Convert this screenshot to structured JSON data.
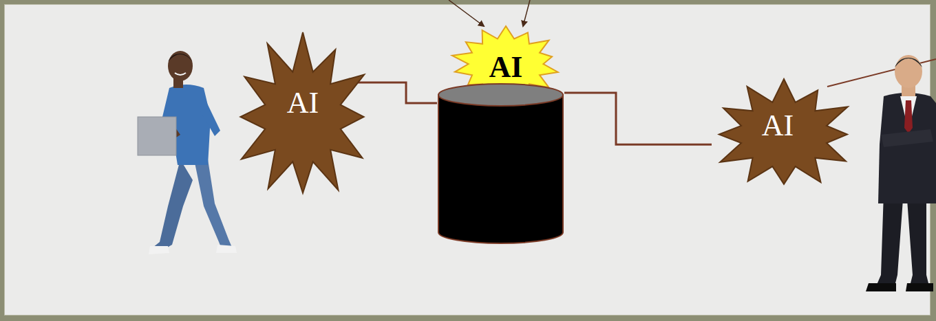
{
  "diagram": {
    "nodes": [
      {
        "text": [
          "AI"
        ]
      },
      {
        "text": [
          "AI"
        ]
      },
      {
        "text": [
          "AI"
        ]
      }
    ],
    "edges": [
      {
        "from": 0,
        "to": 1,
        "arrow": "none"
      },
      {
        "from": 1,
        "to": 2,
        "arrow": "none"
      }
    ]
  }
}
